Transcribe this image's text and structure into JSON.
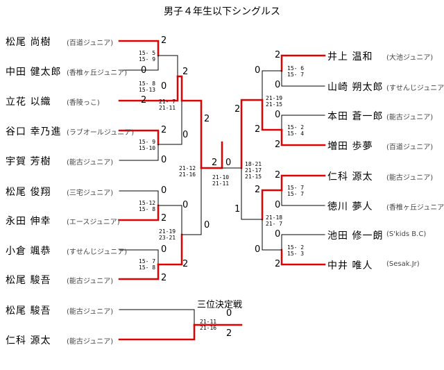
{
  "title": "男子４年生以下シングルス",
  "third_place_label": "三位決定戦",
  "left_players": [
    {
      "name": "松尾 尚樹",
      "club": "(百道ジュニア)"
    },
    {
      "name": "中田 健太郎",
      "club": "(香椎ヶ丘ジュニア)"
    },
    {
      "name": "立花 以織",
      "club": "(香陵っこ)"
    },
    {
      "name": "谷口 幸乃進",
      "club": "(ラブオールジュニア)"
    },
    {
      "name": "宇賀 芳樹",
      "club": "(能古ジュニア)"
    },
    {
      "name": "松尾 俊翔",
      "club": "(三宅ジュニア)"
    },
    {
      "name": "永田 伸幸",
      "club": "(エースジュニア)"
    },
    {
      "name": "小倉 颯恭",
      "club": "(すせんじジュニア)"
    },
    {
      "name": "松尾 駿吾",
      "club": "(能古ジュニア)"
    }
  ],
  "right_players": [
    {
      "name": "井上 温和",
      "club": "(大池ジュニア)"
    },
    {
      "name": "山崎 朔太郎",
      "club": "(すせんじジュニア)"
    },
    {
      "name": "本田 蒼一郎",
      "club": "(能古ジュニア)"
    },
    {
      "name": "増田 歩夢",
      "club": "(百道ジュニア)"
    },
    {
      "name": "仁科 源太",
      "club": "(能古ジュニア)"
    },
    {
      "name": "徳川 夢人",
      "club": "(香椎ヶ丘ジュニア)"
    },
    {
      "name": "池田 修一朗",
      "club": "(S'kids B.C)"
    },
    {
      "name": "中井 唯人",
      "club": "(Sesak.Jr)"
    }
  ],
  "third_players": [
    {
      "name": "松尾 駿吾",
      "club": "(能古ジュニア)"
    },
    {
      "name": "仁科 源太",
      "club": "(能古ジュニア)"
    }
  ],
  "scores": {
    "l_r1a": "15- 5\n15- 9",
    "l_r1b": "15- 8\n15-13",
    "l_r2a": "21- 7\n21-11",
    "l_r1c": "15- 9\n15-10",
    "l_r1d": "15-12\n15- 8",
    "l_r2b": "21-19\n23-21",
    "l_r1e": "15- 7\n15- 8",
    "l_r3": "21-12\n21-16",
    "final": "21-10\n21-11",
    "r_semi": "18-21\n21-17\n21-15",
    "r_r2a": "21-19\n21-15",
    "r_r1a": "15- 6\n15- 7",
    "r_r1b": "15- 2\n15- 4",
    "r_r2b": "21-18\n21- 7",
    "r_r1c": "15- 7\n15- 7",
    "r_r1d": "15- 2\n15- 3",
    "third": "21-11\n21-16"
  },
  "points": {
    "l_r1a_top": "2",
    "l_r1a_bot": "0",
    "l_r1b_top": "0",
    "l_r1b_bot": "2",
    "l_r2a_top": "2",
    "l_r2a_bot": "0",
    "l_r1c_top": "2",
    "l_r1c_bot": "0",
    "l_r3_top": "2",
    "l_r3_bot": "0",
    "l_r1d_top": "0",
    "l_r1d_bot": "2",
    "l_r2b_top": "0",
    "l_r2b_bot": "2",
    "l_r1e_top": "0",
    "l_r1e_bot": "2",
    "final_left": "2",
    "final_right": "0",
    "r_semi_top": "2",
    "r_semi_bot": "1",
    "r_r2a_top": "0",
    "r_r2a_bot": "2",
    "r_r1a_top": "2",
    "r_r1a_bot": "0",
    "r_r1b_top": "0",
    "r_r1b_bot": "2",
    "r_r2b_top": "2",
    "r_r2b_bot": "0",
    "r_r1c_top": "2",
    "r_r1c_bot": "0",
    "r_r1d_top": "0",
    "r_r1d_bot": "2",
    "third_top": "0",
    "third_bot": "2"
  },
  "colors": {
    "winner_line": "#e00000",
    "loser_line": "#000000"
  }
}
